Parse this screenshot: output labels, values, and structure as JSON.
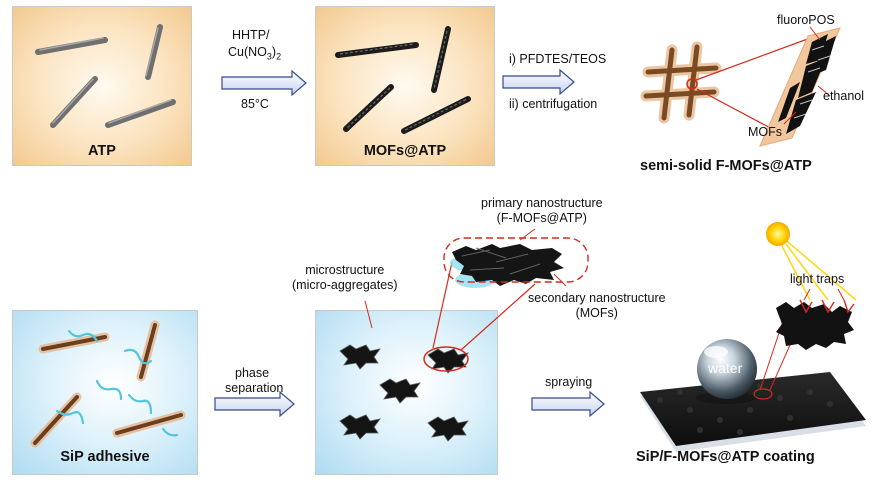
{
  "panels": {
    "atp": {
      "caption": "ATP"
    },
    "mofs_atp": {
      "caption": "MOFs@ATP"
    },
    "semi_solid": {
      "caption": "semi-solid F-MOFs@ATP",
      "label_fluoropos": "fluoroPOS",
      "label_ethanol": "ethanol",
      "label_mofs": "MOFs"
    },
    "sip": {
      "caption": "SiP adhesive"
    },
    "micro": {
      "label_micro_line1": "microstructure",
      "label_micro_line2": "(micro-aggregates)",
      "label_primary_line1": "primary nanostructure",
      "label_primary_line2": "(F-MOFs@ATP)",
      "label_secondary_line1": "secondary nanostructure",
      "label_secondary_line2": "(MOFs)"
    },
    "coating": {
      "caption": "SiP/F-MOFs@ATP coating",
      "label_light_traps": "light traps",
      "label_water": "water"
    }
  },
  "steps": {
    "step1": {
      "line1": "HHTP/",
      "line2": "Cu(NO",
      "line2_sub": "3",
      "line2_end": ")",
      "line2_sub2": "2",
      "line3": "85°C"
    },
    "step2": {
      "line1": "i) PFDTES/TEOS",
      "line2": "ii) centrifugation"
    },
    "step3": {
      "line1": "phase",
      "line2": "separation"
    },
    "step4": {
      "line1": "spraying"
    }
  },
  "colors": {
    "rod_gray": "#7a7a7a",
    "rod_brown": "#7a4a22",
    "mof_dark": "#1b1b1b",
    "red_highlight": "#d42a1c",
    "arrow_fill": "#ffffff",
    "arrow_stroke": "#3a4a8a"
  }
}
